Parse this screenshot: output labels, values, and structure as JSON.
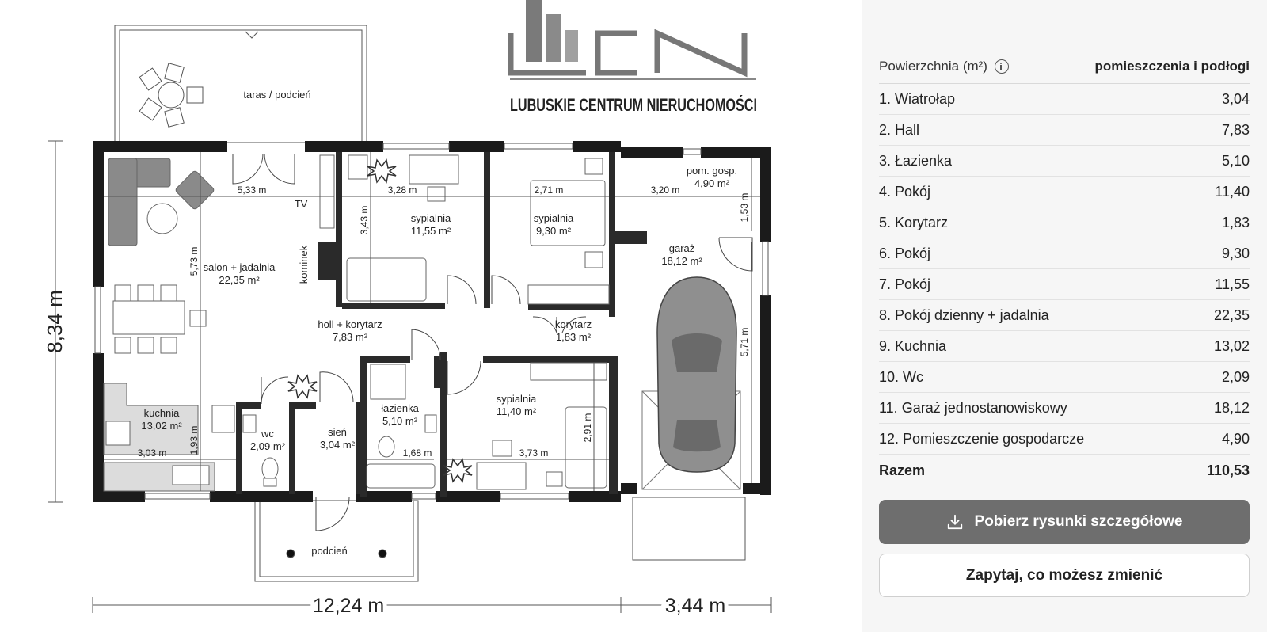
{
  "logo": {
    "mark": "CN",
    "text": "LUBUSKIE CENTRUM NIERUCHOMOŚCI"
  },
  "plan": {
    "rooms": [
      {
        "id": "taras",
        "name": "taras / podcień",
        "area": ""
      },
      {
        "id": "salon",
        "name": "salon + jadalnia",
        "area": "22,35 m²"
      },
      {
        "id": "sypialnia1",
        "name": "sypialnia",
        "area": "11,55 m²"
      },
      {
        "id": "sypialnia2",
        "name": "sypialnia",
        "area": "9,30 m²"
      },
      {
        "id": "pomgosp",
        "name": "pom. gosp.",
        "area": "4,90 m²"
      },
      {
        "id": "garaz",
        "name": "garaż",
        "area": "18,12 m²"
      },
      {
        "id": "holl",
        "name": "holl + korytarz",
        "area": "7,83 m²"
      },
      {
        "id": "korytarz",
        "name": "korytarz",
        "area": "1,83 m²"
      },
      {
        "id": "kuchnia",
        "name": "kuchnia",
        "area": "13,02 m²"
      },
      {
        "id": "wc",
        "name": "wc",
        "area": "2,09 m²"
      },
      {
        "id": "sien",
        "name": "sień",
        "area": "3,04 m²"
      },
      {
        "id": "lazienka",
        "name": "łazienka",
        "area": "5,10 m²"
      },
      {
        "id": "sypialnia3",
        "name": "sypialnia",
        "area": "11,40 m²"
      },
      {
        "id": "podcien",
        "name": "podcień",
        "area": ""
      }
    ],
    "labels": {
      "tv": "TV",
      "kominek": "kominek"
    },
    "dimensions": {
      "d533": "5,33 m",
      "d328": "3,28 m",
      "d271": "2,71 m",
      "d320": "3,20 m",
      "d153": "1,53 m",
      "d343": "3,43 m",
      "d573": "5,73 m",
      "d571": "5,71 m",
      "d193": "1,93 m",
      "d303": "3,03 m",
      "d168": "1,68 m",
      "d373": "3,73 m",
      "d291": "2,91 m",
      "total_height": "8,34 m",
      "total_width": "12,24 m",
      "garage_width": "3,44 m"
    }
  },
  "panel": {
    "header_left": "Powierzchnia (m²)",
    "header_right": "pomieszczenia i podłogi",
    "rows": [
      {
        "label": "1. Wiatrołap",
        "value": "3,04"
      },
      {
        "label": "2. Hall",
        "value": "7,83"
      },
      {
        "label": "3. Łazienka",
        "value": "5,10"
      },
      {
        "label": "4. Pokój",
        "value": "11,40"
      },
      {
        "label": "5. Korytarz",
        "value": "1,83"
      },
      {
        "label": "6. Pokój",
        "value": "9,30"
      },
      {
        "label": "7. Pokój",
        "value": "11,55"
      },
      {
        "label": "8. Pokój dzienny + jadalnia",
        "value": "22,35"
      },
      {
        "label": "9. Kuchnia",
        "value": "13,02"
      },
      {
        "label": "10. Wc",
        "value": "2,09"
      },
      {
        "label": "11. Garaż jednostanowiskowy",
        "value": "18,12"
      },
      {
        "label": "12. Pomieszczenie gospodarcze",
        "value": "4,90"
      }
    ],
    "total_label": "Razem",
    "total_value": "110,53",
    "download_label": "Pobierz rysunki szczegółowe",
    "ask_label": "Zapytaj, co możesz zmienić",
    "icons": {
      "info": "info-icon",
      "download": "download-icon"
    }
  }
}
